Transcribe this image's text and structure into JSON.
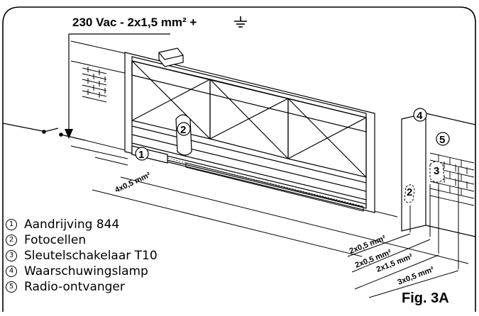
{
  "header": {
    "power_label": "230 Vac - 2x1,5 mm² +"
  },
  "cables": {
    "motor": "4x0,5 mm²",
    "c1": "2x0,5 mm²",
    "c2": "2x0,5 mm²",
    "c3": "2x1,5 mm²",
    "c4": "3x0,5 mm²"
  },
  "callouts": {
    "n1": "1",
    "n2": "2",
    "n3": "3",
    "n4": "4",
    "n5": "5",
    "n2b": "2"
  },
  "legend": {
    "items": [
      {
        "num": "1",
        "label": "Aandrijving 844"
      },
      {
        "num": "2",
        "label": "Fotocellen"
      },
      {
        "num": "3",
        "label": "Sleutelschakelaar T10"
      },
      {
        "num": "4",
        "label": "Waarschuwingslamp"
      },
      {
        "num": "5",
        "label": "Radio-ontvanger"
      }
    ]
  },
  "figure": {
    "label": "Fig. 3A"
  },
  "icons": {
    "ground": "ground-icon"
  }
}
